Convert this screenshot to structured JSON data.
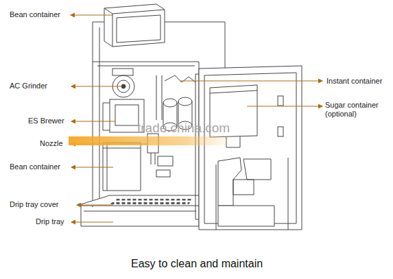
{
  "diagram": {
    "caption": "Easy to clean and maintain",
    "labels": [
      "Bean container",
      "AC Grinder",
      "ES Brewer",
      "Nozzle",
      "Bean container",
      "Drip tray cover",
      "Drip tray",
      "Instant container",
      "Sugar container (optional)",
      "trade.china.com"
    ]
  }
}
